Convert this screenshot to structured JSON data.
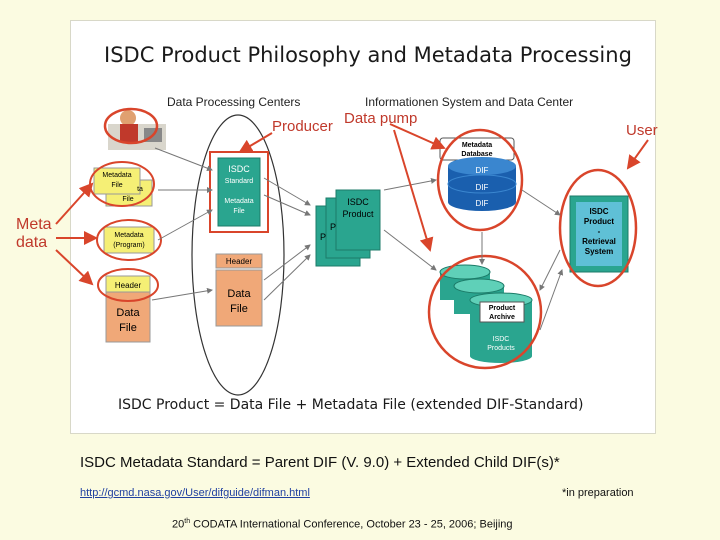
{
  "title": "ISDC Product Philosophy and Metadata Processing",
  "headers": {
    "dpc": "Data Processing Centers",
    "isdc": "Informationen System and Data Center"
  },
  "labels": {
    "producer": "Producer",
    "data_pump": "Data pump",
    "user": "User",
    "meta_line1": "Meta",
    "meta_line2": "data"
  },
  "boxes": {
    "metadata_file": [
      "Metadata",
      "File"
    ],
    "metadata_program": [
      "Metadata",
      "(Program)"
    ],
    "header": "Header",
    "data_file": [
      "Data",
      "File"
    ],
    "isdc_standard": [
      "ISDC",
      "Standard"
    ],
    "product_card": [
      "ISDC",
      "Product"
    ],
    "metadata_database": [
      "Metadata",
      "Database"
    ],
    "dif": "DIF",
    "product_archive": [
      "Product",
      "Archive"
    ],
    "isdc_products": [
      "ISDC",
      "Products"
    ],
    "retrieval_system": [
      "ISDC",
      "Product",
      "-",
      "Retrieval",
      "System"
    ]
  },
  "formula": "ISDC Product = Data File + Metadata File (extended DIF-Standard)",
  "caption": "ISDC Metadata Standard = Parent DIF (V. 9.0) + Extended Child DIF(s)*",
  "link": "http://gcmd.nasa.gov/User/difguide/difman.html",
  "note": "*in preparation",
  "footer": {
    "pre": "20",
    "sup": "th",
    "post": " CODATA International Conference, October 23 - 25, 2006; Beijing"
  },
  "colors": {
    "accent_red": "#d9452b",
    "teal": "#2aa58f",
    "blue_db": "#1a5fae",
    "file_yellow": "#f5ef75",
    "file_orange": "#f0a878"
  }
}
